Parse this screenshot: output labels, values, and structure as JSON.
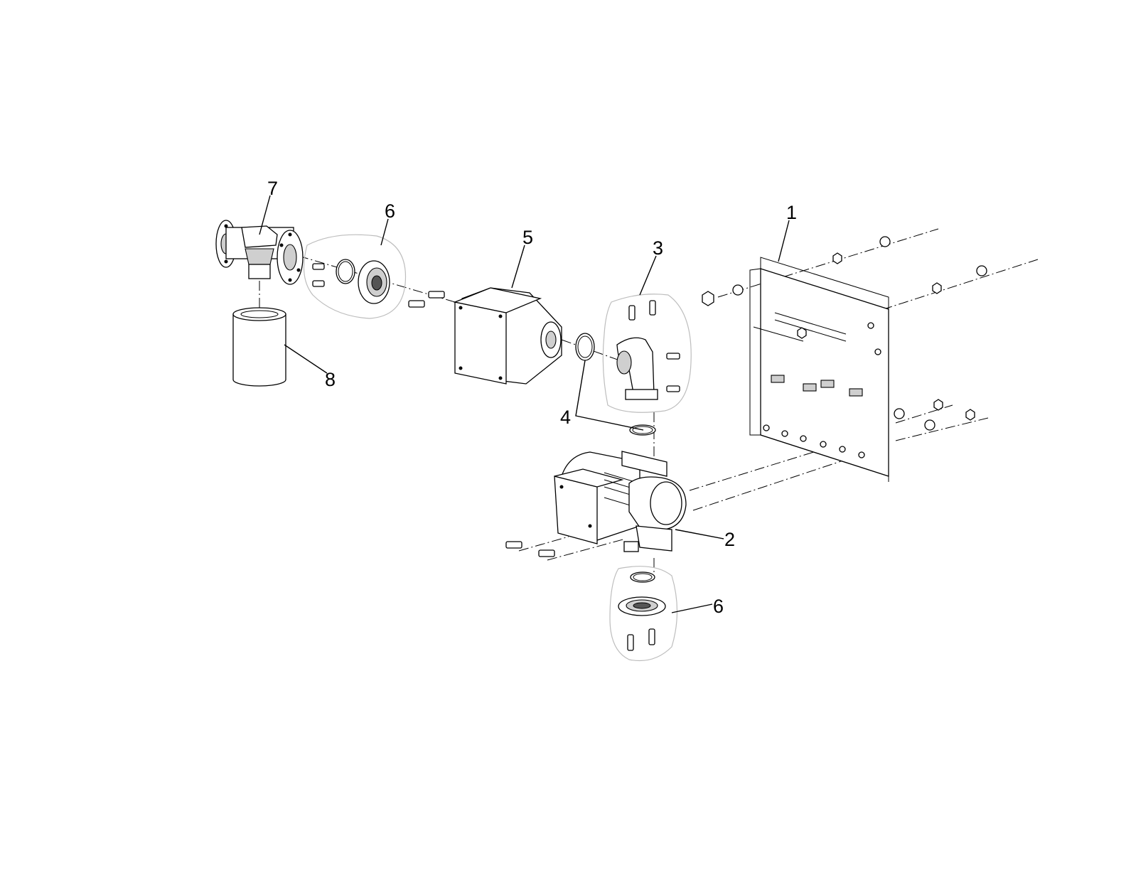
{
  "callouts": {
    "part_1": "1",
    "part_2": "2",
    "part_3": "3",
    "part_4": "4",
    "part_5": "5",
    "part_6_top": "6",
    "part_6_bottom": "6",
    "part_7": "7",
    "part_8": "8"
  }
}
